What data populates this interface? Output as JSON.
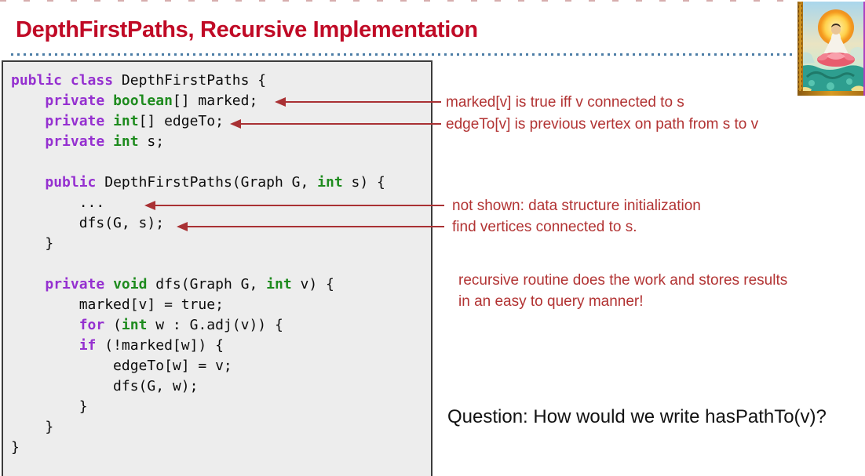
{
  "slide": {
    "title": "DepthFirstPaths, Recursive Implementation",
    "title_color": "#C00A26"
  },
  "code": {
    "keywords": [
      "public",
      "private",
      "class",
      "for",
      "if"
    ],
    "types": [
      "boolean",
      "int",
      "void"
    ],
    "lines": [
      "public class DepthFirstPaths {",
      "    private boolean[] marked;",
      "    private int[] edgeTo;",
      "    private int s;",
      "",
      "    public DepthFirstPaths(Graph G, int s) {",
      "        ...",
      "        dfs(G, s);",
      "    }",
      "",
      "    private void dfs(Graph G, int v) {",
      "        marked[v] = true;",
      "        for (int w : G.adj(v)) {",
      "        if (!marked[w]) {",
      "            edgeTo[w] = v;",
      "            dfs(G, w);",
      "        }",
      "    }",
      "}"
    ],
    "keyword_color": "#9530D0",
    "type_color": "#1E8B1E"
  },
  "annotations": {
    "marked_note": "marked[v] is true iff v connected to s",
    "edgeto_note": "edgeTo[v] is previous vertex on path from s to v",
    "not_shown_note": "not shown: data structure initialization",
    "find_vertices_note": "find vertices connected to s.",
    "recursive_note_line1": "recursive routine does the work and stores results",
    "recursive_note_line2": "in an easy to query manner!",
    "question": "Question: How would we write hasPathTo(v)?",
    "text_color": "#B23333",
    "arrow_color": "#A93134"
  },
  "decoration": {
    "artwork_alt": "guanyin-on-lotus-painting",
    "dotted_rule_color": "#4C7DA6"
  }
}
